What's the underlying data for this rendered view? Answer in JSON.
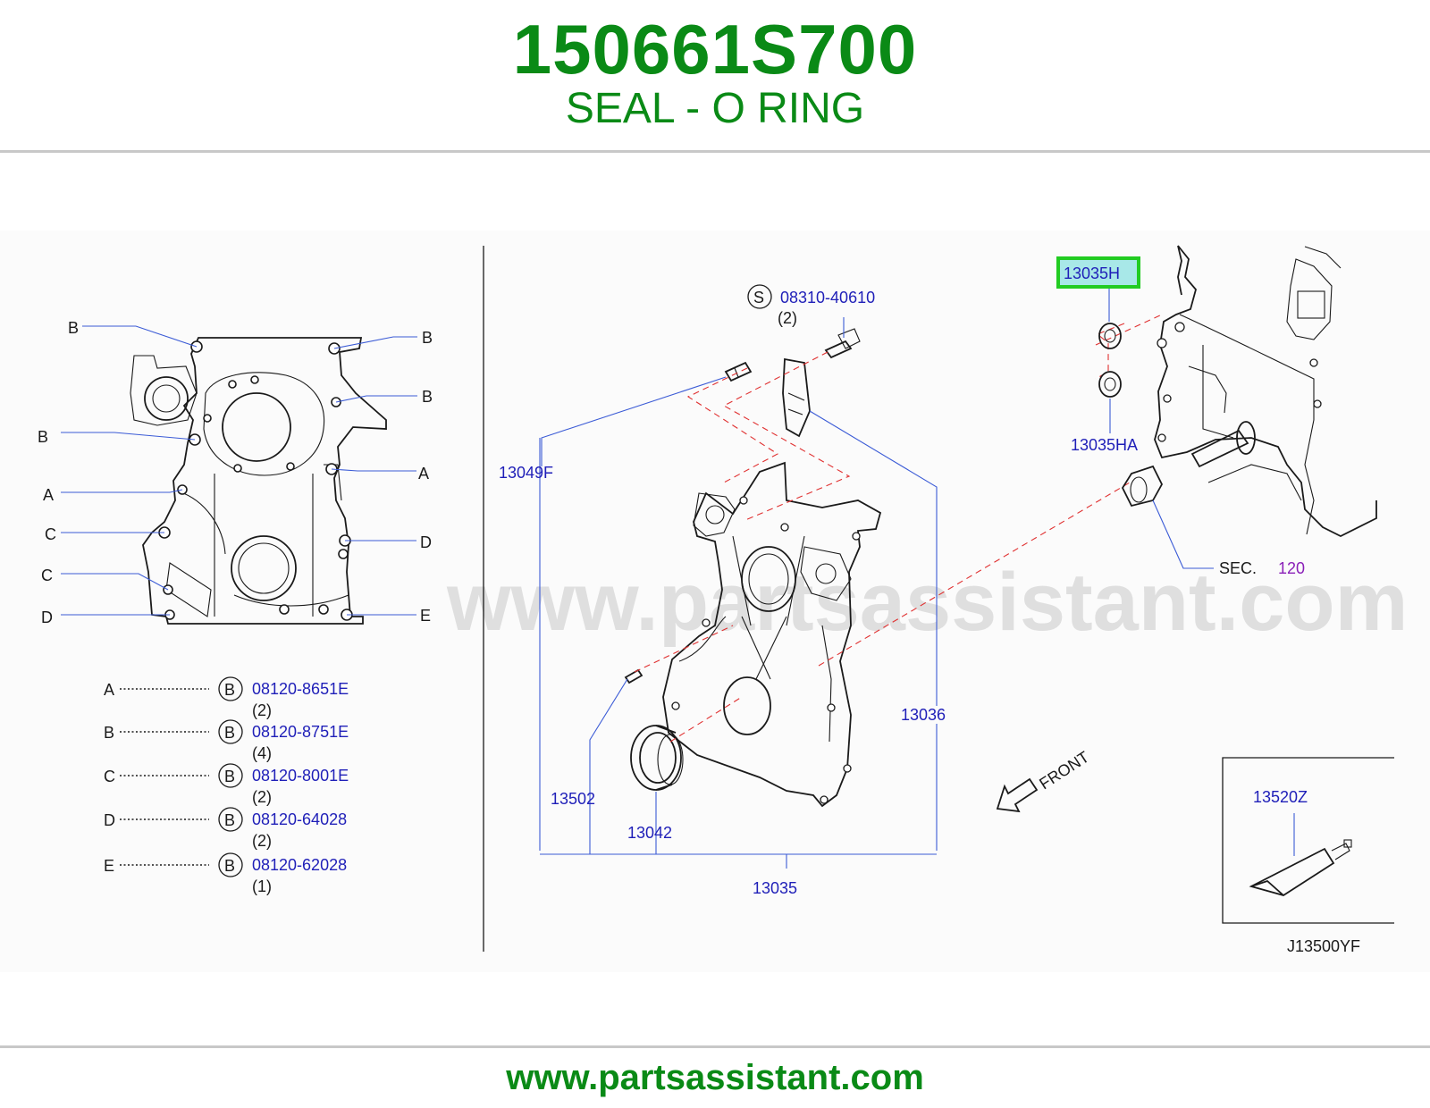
{
  "header": {
    "part_number": "150661S700",
    "part_name": "SEAL - O RING"
  },
  "watermark": "www.partsassistant.com",
  "footer": {
    "site": "www.partsassistant.com"
  },
  "colors": {
    "brand_green": "#0a8a16",
    "callout_blue": "#1f1fb8",
    "highlight_green": "#22cc22",
    "highlight_fill": "#a8e8e8",
    "dash_red": "#e03030"
  },
  "left_panel": {
    "letters": [
      "B",
      "B",
      "B",
      "B",
      "A",
      "A",
      "C",
      "D",
      "C",
      "D",
      "E"
    ],
    "bolt_legend": [
      {
        "letter": "A",
        "symbol": "B",
        "part": "08120-8651E",
        "qty": "(2)"
      },
      {
        "letter": "B",
        "symbol": "B",
        "part": "08120-8751E",
        "qty": "(4)"
      },
      {
        "letter": "C",
        "symbol": "B",
        "part": "08120-8001E",
        "qty": "(2)"
      },
      {
        "letter": "D",
        "symbol": "B",
        "part": "08120-64028",
        "qty": "(2)"
      },
      {
        "letter": "E",
        "symbol": "B",
        "part": "08120-62028",
        "qty": "(1)"
      }
    ]
  },
  "callouts": {
    "screw": {
      "symbol": "S",
      "part": "08310-40610",
      "qty": "(2)"
    },
    "p13049F": "13049F",
    "p13036": "13036",
    "p13502": "13502",
    "p13042": "13042",
    "p13035": "13035",
    "p13035H": "13035H",
    "p13035HA": "13035HA",
    "sec_label": "SEC.",
    "sec_number": "120",
    "front": "FRONT",
    "p13520Z": "13520Z",
    "diagram_code": "J13500YF"
  }
}
